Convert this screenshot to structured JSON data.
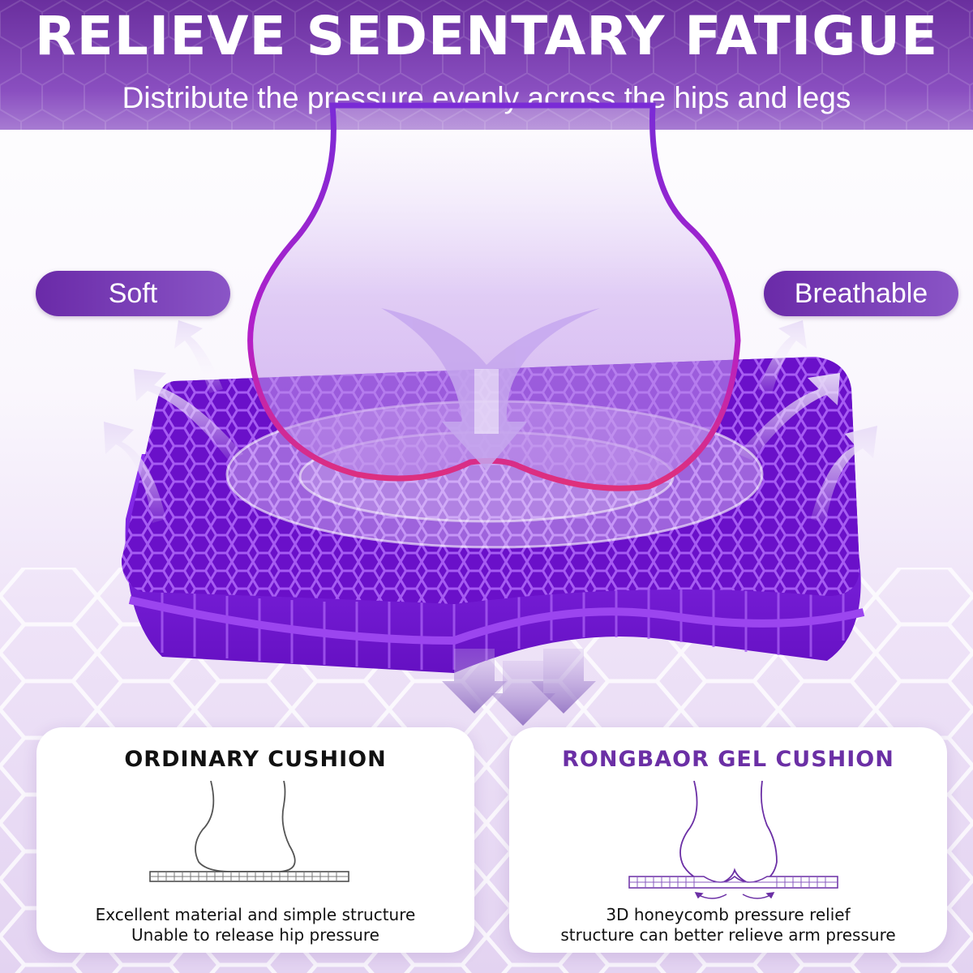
{
  "header": {
    "title": "RELIEVE SEDENTARY FATIGUE",
    "subtitle": "Distribute the pressure evenly across the hips and legs"
  },
  "badges": {
    "left": "Soft",
    "right": "Breathable"
  },
  "comparison": {
    "ordinary": {
      "title": "ORDINARY CUSHION",
      "line1": "Excellent material and simple structure",
      "line2": "Unable to release hip pressure"
    },
    "gel": {
      "title": "RONGBAOR GEL CUSHION",
      "line1": "3D honeycomb pressure relief",
      "line2": "structure can better relieve arm pressure"
    }
  },
  "colors": {
    "brand_purple": "#6b2fa5",
    "cushion_purple": "#7b1fd6",
    "header_purple": "#7a3fb2",
    "text_dark": "#111111"
  }
}
